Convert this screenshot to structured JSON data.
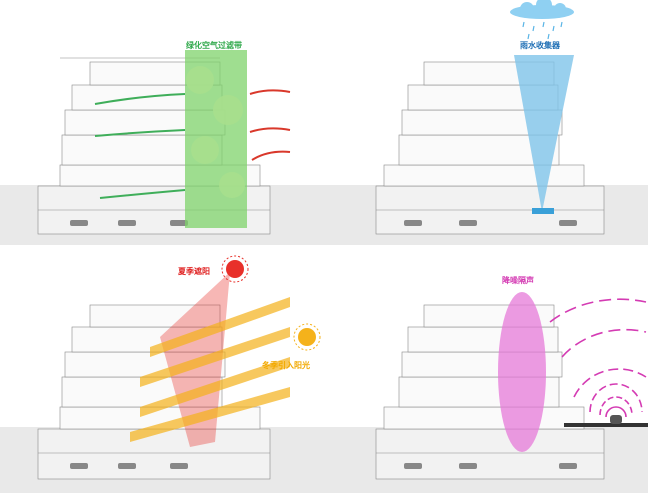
{
  "panels": [
    {
      "id": "air-filter",
      "label": "绿化空气过滤带",
      "label_color": "#2fa84a"
    },
    {
      "id": "rainwater",
      "label": "雨水收集器",
      "label_color": "#1f6fb5"
    },
    {
      "id": "sunlight",
      "label_summer": "夏季遮阳",
      "label_winter": "冬季引入阳光",
      "label_summer_color": "#e02424",
      "label_winter_color": "#f2a900"
    },
    {
      "id": "noise",
      "label": "降噪隔声",
      "label_color": "#d43bb3"
    }
  ],
  "colors": {
    "green_band": "#7fd36b",
    "rain_cone": "#7fc4ea",
    "sun_red": "#e8302a",
    "sun_yellow": "#f5b21b",
    "noise_pink": "#e67ad8",
    "air_arrow_red": "#d9382b",
    "air_arrow_green": "#3fae5a"
  },
  "icons": [
    "cloud-icon",
    "sun-icon",
    "car-icon",
    "tree-icon",
    "person-icon",
    "sound-wave-icon"
  ]
}
